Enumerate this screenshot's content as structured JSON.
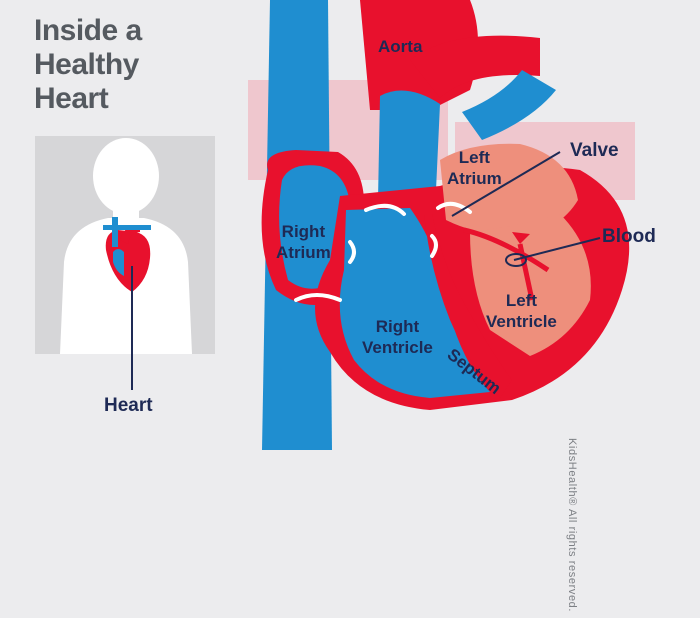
{
  "title": {
    "line1": "Inside a",
    "line2": "Healthy",
    "line3": "Heart"
  },
  "inset": {
    "label": "Heart"
  },
  "labels": {
    "aorta": "Aorta",
    "right_atrium": [
      "Right",
      "Atrium"
    ],
    "left_atrium": [
      "Left",
      "Atrium"
    ],
    "valve": "Valve",
    "blood": "Blood",
    "right_ventricle": [
      "Right",
      "Ventricle"
    ],
    "left_ventricle": [
      "Left",
      "Ventricle"
    ],
    "septum": "Septum"
  },
  "credit": "KidsHealth® All rights reserved.",
  "colors": {
    "red": "#e8112d",
    "blue": "#1f8ed0",
    "light_blue": "#5bb8e6",
    "pink": "#ee8f7c",
    "label": "#1e2a55"
  }
}
